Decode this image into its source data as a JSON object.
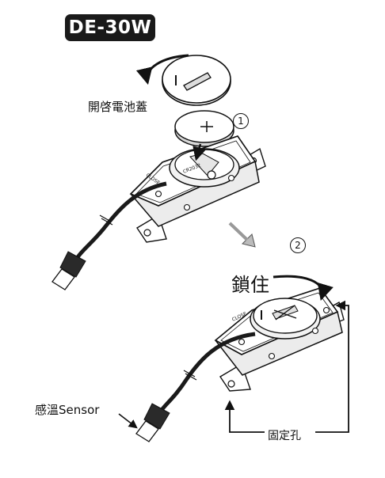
{
  "model": "DE-30W",
  "labels": {
    "open_battery_cover": "開啓電池蓋",
    "lock": "鎖住",
    "temp_sensor": "感溫Sensor",
    "fixing_hole": "固定孔"
  },
  "steps": {
    "one": "1",
    "two": "2"
  },
  "device_marks": {
    "close_top": "CLOSE",
    "close_bottom": "CLOSE",
    "battery_model": "CR2032"
  }
}
